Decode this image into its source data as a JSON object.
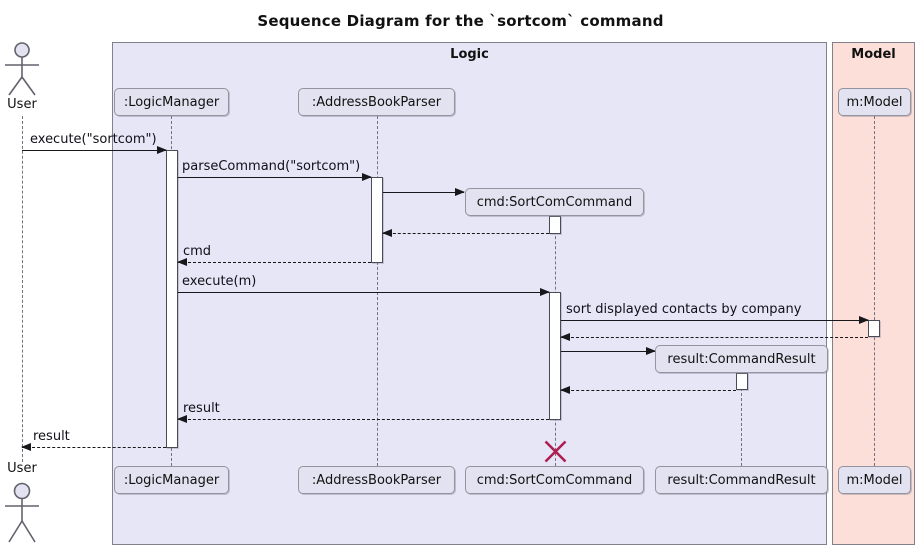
{
  "title": "Sequence Diagram for the `sortcom` command",
  "frames": {
    "logic": {
      "label": "Logic"
    },
    "model": {
      "label": "Model"
    }
  },
  "actor": {
    "top_label": "User",
    "bottom_label": "User"
  },
  "lifelines": {
    "logic_manager": ":LogicManager",
    "address_book_parser": ":AddressBookParser",
    "sortcom_command": "cmd:SortComCommand",
    "command_result": "result:CommandResult",
    "model": "m:Model"
  },
  "messages": [
    {
      "label": "execute(\"sortcom\")",
      "from": "User",
      "to": ":LogicManager",
      "style": "solid"
    },
    {
      "label": "parseCommand(\"sortcom\")",
      "from": ":LogicManager",
      "to": ":AddressBookParser",
      "style": "solid"
    },
    {
      "label": "",
      "from": ":AddressBookParser",
      "to": "cmd:SortComCommand",
      "style": "create"
    },
    {
      "label": "",
      "from": "cmd:SortComCommand",
      "to": ":AddressBookParser",
      "style": "return"
    },
    {
      "label": "cmd",
      "from": ":AddressBookParser",
      "to": ":LogicManager",
      "style": "return"
    },
    {
      "label": "execute(m)",
      "from": ":LogicManager",
      "to": "cmd:SortComCommand",
      "style": "solid"
    },
    {
      "label": "sort displayed contacts by company",
      "from": "cmd:SortComCommand",
      "to": "m:Model",
      "style": "solid"
    },
    {
      "label": "",
      "from": "m:Model",
      "to": "cmd:SortComCommand",
      "style": "return"
    },
    {
      "label": "",
      "from": "cmd:SortComCommand",
      "to": "result:CommandResult",
      "style": "create"
    },
    {
      "label": "",
      "from": "result:CommandResult",
      "to": "cmd:SortComCommand",
      "style": "return"
    },
    {
      "label": "result",
      "from": "cmd:SortComCommand",
      "to": ":LogicManager",
      "style": "return"
    },
    {
      "label": "result",
      "from": ":LogicManager",
      "to": "User",
      "style": "return"
    }
  ],
  "colors": {
    "logic_frame_bg": "#E6E6F7",
    "model_frame_bg": "#FBDFD8",
    "participant_bg": "#E2E2F0",
    "arrow": "#17171C",
    "destroy_x": "#B01E50"
  }
}
